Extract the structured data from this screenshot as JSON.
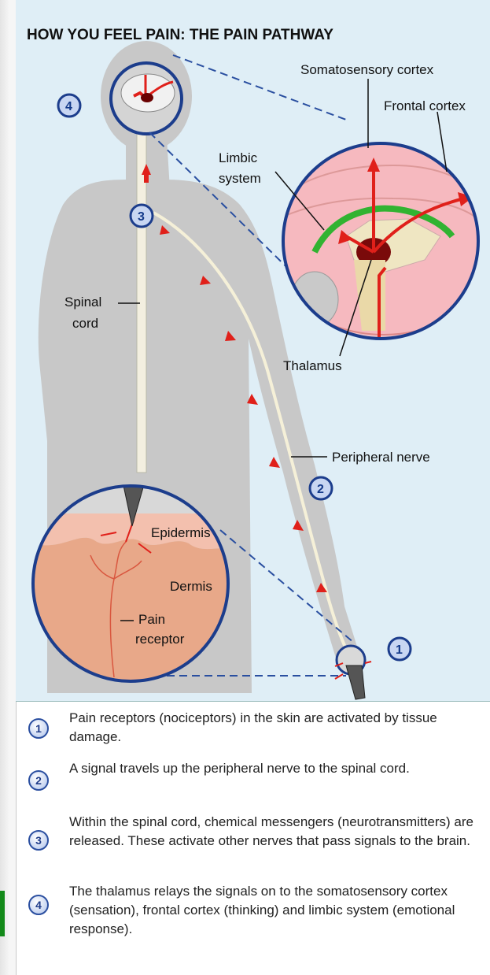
{
  "title": "HOW YOU FEEL PAIN: THE PAIN PATHWAY",
  "labels": {
    "somatosensory": "Somatosensory cortex",
    "frontal": "Frontal cortex",
    "limbic_1": "Limbic",
    "limbic_2": "system",
    "spinal_1": "Spinal",
    "spinal_2": "cord",
    "thalamus": "Thalamus",
    "peripheral": "Peripheral nerve",
    "epidermis": "Epidermis",
    "dermis": "Dermis",
    "pain_1": "Pain",
    "pain_2": "receptor"
  },
  "badges": [
    "1",
    "2",
    "3",
    "4"
  ],
  "steps": [
    {
      "num": "1",
      "text": "Pain receptors (nociceptors) in the skin are activated by tissue damage."
    },
    {
      "num": "2",
      "text": "A signal travels up the peripheral nerve to the spinal cord."
    },
    {
      "num": "3",
      "text": "Within the spinal cord, chemical messengers (neurotransmitters) are released. These activate other nerves that pass signals to the brain."
    },
    {
      "num": "4",
      "text": "The thalamus relays the signals on to the somatosensory cortex (sensation), frontal cortex (thinking) and limbic system (emotional response)."
    }
  ],
  "colors": {
    "accent": "#1f3c8a",
    "arrow": "#e0201a",
    "body": "#c9c9c9",
    "skin": "#e7a98f",
    "brain": "#f3b6b6",
    "limbic": "#2fae2f"
  }
}
